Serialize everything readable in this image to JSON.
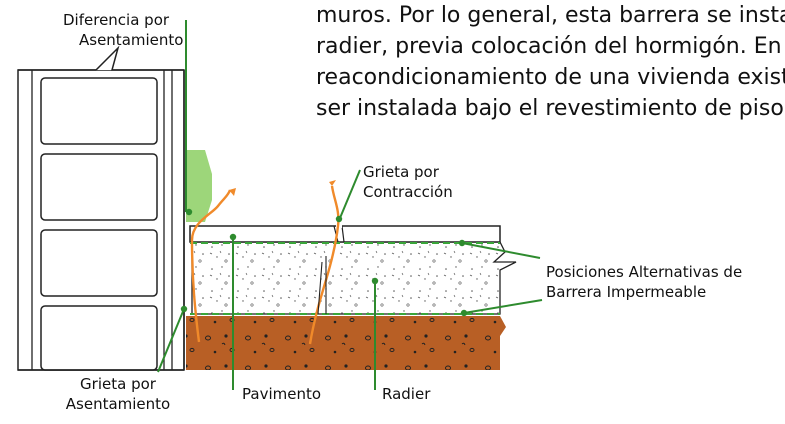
{
  "paragraph": {
    "lines": [
      "muros. Por lo general, esta barrera se instala d",
      "radier, previa colocación del hormigón. En e",
      "reacondicionamiento de una vivienda existen",
      "ser instalada bajo el revestimiento de piso."
    ]
  },
  "labels": {
    "diferencia_line1": "Diferencia por",
    "diferencia_line2": "Asentamiento",
    "grieta_contraccion_line1": "Grieta por",
    "grieta_contraccion_line2": "Contracción",
    "posiciones_line1": "Posiciones Alternativas de",
    "posiciones_line2": "Barrera Impermeable",
    "grieta_asentamiento_line1": "Grieta por",
    "grieta_asentamiento_line2": "Asentamiento",
    "pavimento": "Pavimento",
    "radier": "Radier"
  },
  "colors": {
    "leader_green": "#2e8b2e",
    "barrier_green": "#6abf3f",
    "soil_brown": "#b85f25",
    "crack_orange": "#f08a2a",
    "light_green_fill": "#9dd67a"
  }
}
